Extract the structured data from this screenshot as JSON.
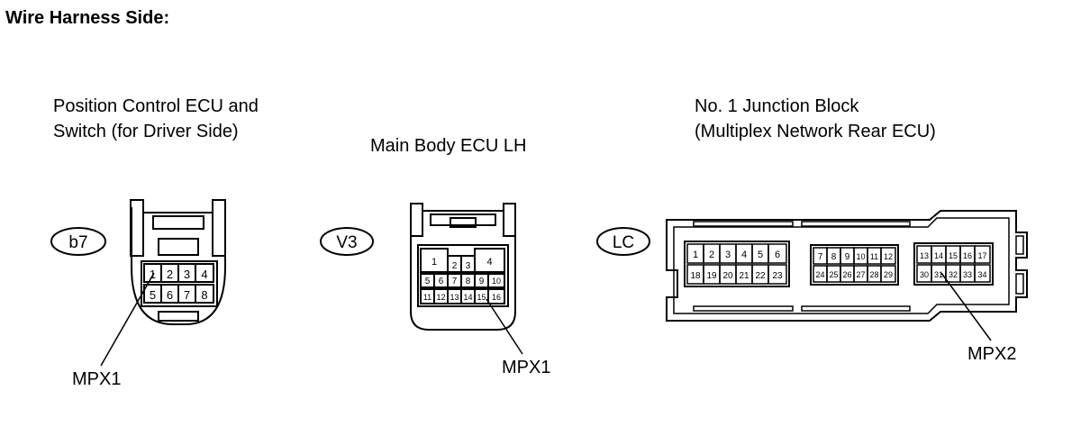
{
  "heading": "Wire Harness Side:",
  "connectors": [
    {
      "id": "b7",
      "title_lines": [
        "Position Control ECU and",
        "Switch (for Driver Side)"
      ],
      "pins_top": [
        "1",
        "2",
        "3",
        "4"
      ],
      "pins_bottom": [
        "5",
        "6",
        "7",
        "8"
      ],
      "callout": "MPX1"
    },
    {
      "id": "V3",
      "title_lines": [
        "Main Body ECU LH"
      ],
      "pins_top_big": [
        "1",
        "4"
      ],
      "pins_top_small": [
        "2",
        "3"
      ],
      "pins_mid": [
        "5",
        "6",
        "7",
        "8",
        "9",
        "10"
      ],
      "pins_bottom": [
        "11",
        "12",
        "13",
        "14",
        "15",
        "16"
      ],
      "callout": "MPX1"
    },
    {
      "id": "LC",
      "title_lines": [
        "No. 1 Junction Block",
        "(Multiplex Network Rear ECU)"
      ],
      "block_a_top": [
        "1",
        "2",
        "3",
        "4",
        "5",
        "6"
      ],
      "block_a_bottom": [
        "18",
        "19",
        "20",
        "21",
        "22",
        "23"
      ],
      "block_b_top": [
        "7",
        "8",
        "9",
        "10",
        "11",
        "12"
      ],
      "block_b_bottom": [
        "24",
        "25",
        "26",
        "27",
        "28",
        "29"
      ],
      "block_c_top": [
        "13",
        "14",
        "15",
        "16",
        "17"
      ],
      "block_c_bottom": [
        "30",
        "31",
        "32",
        "33",
        "34"
      ],
      "callout": "MPX2"
    }
  ]
}
